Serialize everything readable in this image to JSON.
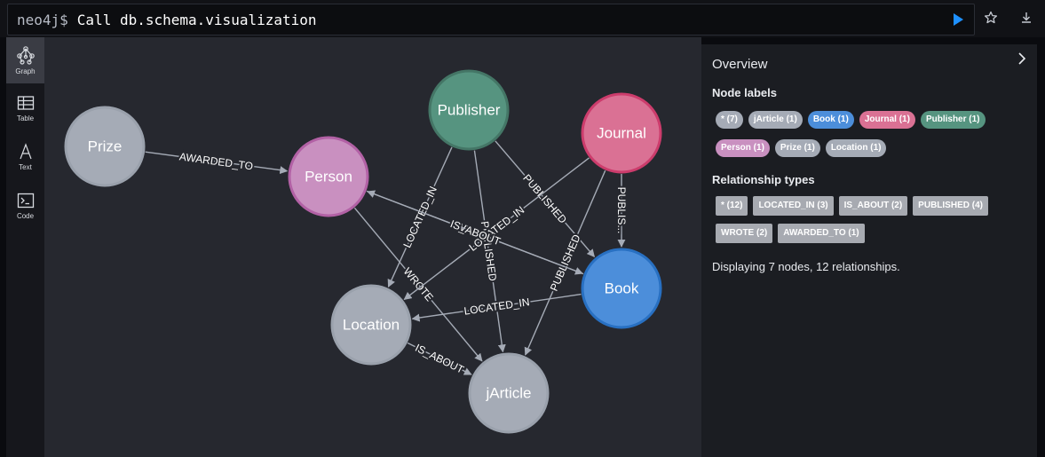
{
  "editor": {
    "prompt": "neo4j$",
    "command": "Call db.schema.visualization"
  },
  "sidebar": {
    "tabs": [
      {
        "label": "Graph",
        "icon": "graph-icon",
        "active": true
      },
      {
        "label": "Table",
        "icon": "table-icon",
        "active": false
      },
      {
        "label": "Text",
        "icon": "text-icon",
        "active": false
      },
      {
        "label": "Code",
        "icon": "code-icon",
        "active": false
      }
    ]
  },
  "graph": {
    "nodes": [
      {
        "id": "prize",
        "label": "Prize",
        "color": "#a5abb6",
        "border": "#9aa1ac"
      },
      {
        "id": "person",
        "label": "Person",
        "color": "#c990c0",
        "border": "#b261a5"
      },
      {
        "id": "publisher",
        "label": "Publisher",
        "color": "#569480",
        "border": "#447666"
      },
      {
        "id": "journal",
        "label": "Journal",
        "color": "#da7194",
        "border": "#cc3c6c"
      },
      {
        "id": "book",
        "label": "Book",
        "color": "#4c8eda",
        "border": "#2870c2"
      },
      {
        "id": "location",
        "label": "Location",
        "color": "#a5abb6",
        "border": "#9aa1ac"
      },
      {
        "id": "jarticle",
        "label": "jArticle",
        "color": "#a5abb6",
        "border": "#9aa1ac"
      }
    ],
    "relationships": [
      {
        "from": "prize",
        "to": "person",
        "type": "AWARDED_TO"
      },
      {
        "from": "person",
        "to": "book",
        "type": "WROTE"
      },
      {
        "from": "person",
        "to": "jarticle",
        "type": "WROTE"
      },
      {
        "from": "publisher",
        "to": "location",
        "type": "LOCATED_IN"
      },
      {
        "from": "publisher",
        "to": "book",
        "type": "PUBLISHED"
      },
      {
        "from": "publisher",
        "to": "jarticle",
        "type": "PUBLISHED"
      },
      {
        "from": "journal",
        "to": "book",
        "type": "PUBLIS..."
      },
      {
        "from": "journal",
        "to": "jarticle",
        "type": "PUBLISHED"
      },
      {
        "from": "journal",
        "to": "location",
        "type": "LOCATED_IN"
      },
      {
        "from": "book",
        "to": "location",
        "type": "LOCATED_IN"
      },
      {
        "from": "book",
        "to": "person",
        "type": "IS_ABOUT"
      },
      {
        "from": "location",
        "to": "jarticle",
        "type": "IS_ABOUT"
      }
    ]
  },
  "overview": {
    "title": "Overview",
    "node_labels_title": "Node labels",
    "node_labels": [
      {
        "text": "* (7)",
        "color": "#a5abb6"
      },
      {
        "text": "jArticle (1)",
        "color": "#a5abb6"
      },
      {
        "text": "Book (1)",
        "color": "#4c8eda"
      },
      {
        "text": "Journal (1)",
        "color": "#da7194"
      },
      {
        "text": "Publisher (1)",
        "color": "#569480"
      },
      {
        "text": "Person (1)",
        "color": "#c990c0"
      },
      {
        "text": "Prize (1)",
        "color": "#a5abb6"
      },
      {
        "text": "Location (1)",
        "color": "#a5abb6"
      }
    ],
    "relationship_types_title": "Relationship types",
    "relationship_types": [
      {
        "text": "* (12)"
      },
      {
        "text": "LOCATED_IN (3)"
      },
      {
        "text": "IS_ABOUT (2)"
      },
      {
        "text": "PUBLISHED (4)"
      },
      {
        "text": "WROTE (2)"
      },
      {
        "text": "AWARDED_TO (1)"
      }
    ],
    "summary": "Displaying 7 nodes, 12 relationships."
  }
}
